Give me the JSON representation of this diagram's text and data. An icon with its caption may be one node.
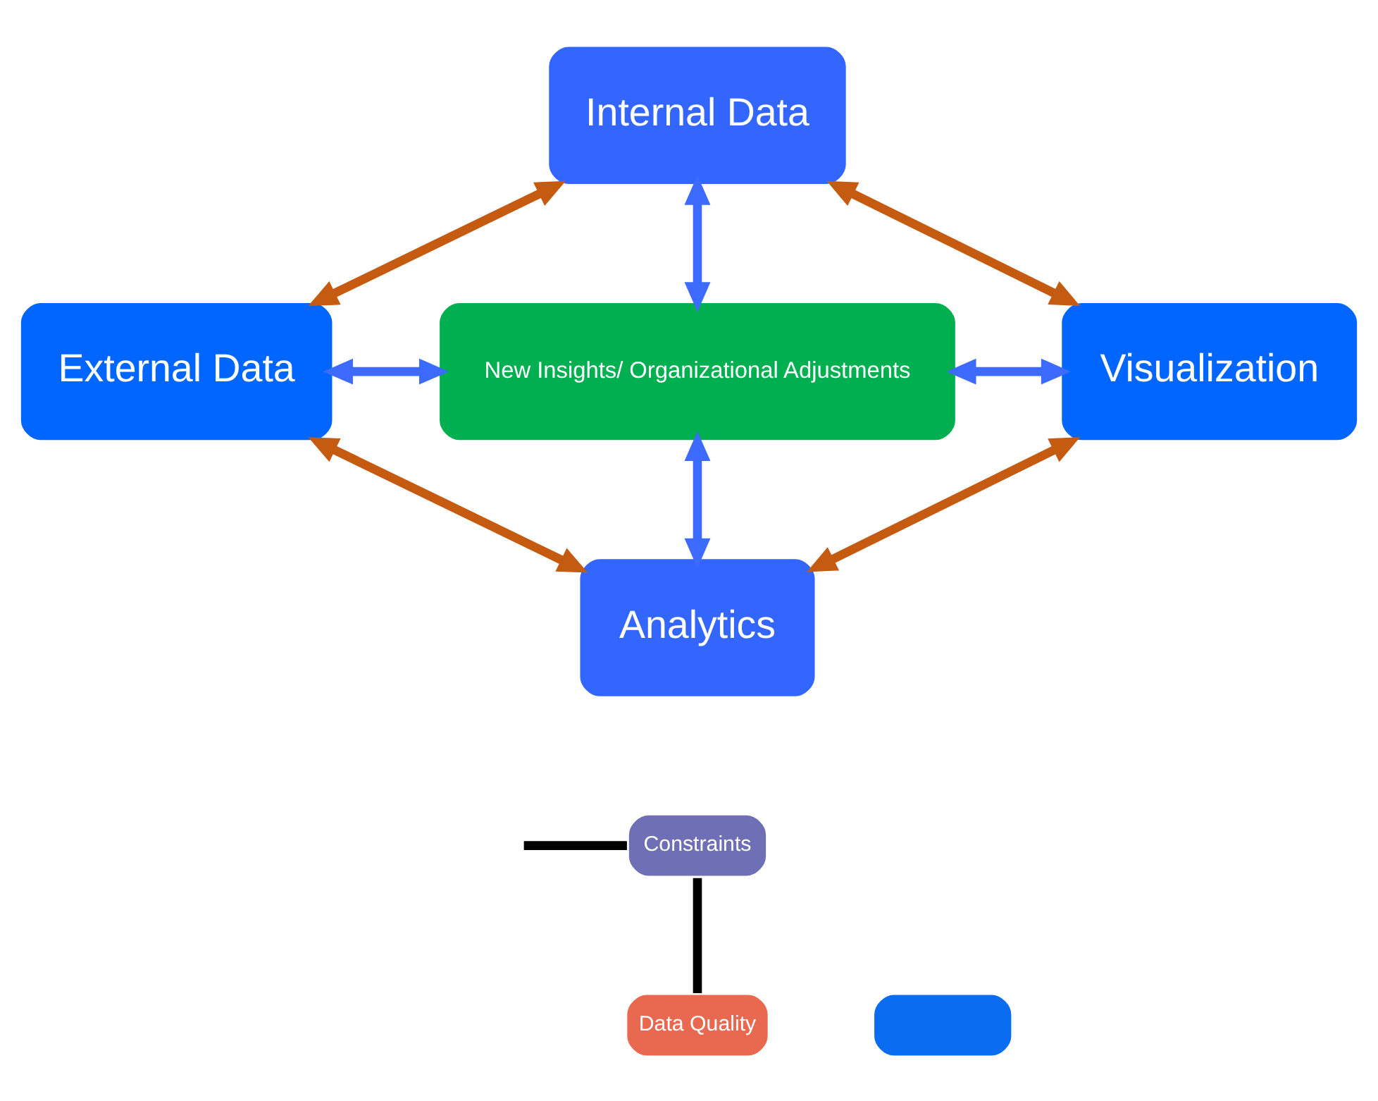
{
  "diagram": {
    "nodes": [
      {
        "text": [
          "Internal Data"
        ]
      },
      {
        "text": [
          "External Data"
        ]
      },
      {
        "text": [
          "New Insights/ Organizational Adjustments"
        ]
      },
      {
        "text": [
          "Visualization"
        ]
      },
      {
        "text": [
          "Analytics"
        ]
      },
      {
        "text": [
          "Constraints"
        ]
      },
      {
        "text": [
          "Data Quality"
        ]
      },
      {
        "text": [],
        "shape": "box"
      }
    ],
    "edges": [
      {
        "from": 0,
        "to": 1,
        "arrow": "both",
        "color": "#c55a11"
      },
      {
        "from": 0,
        "to": 2,
        "arrow": "both",
        "color": "#3d6bff"
      },
      {
        "from": 0,
        "to": 3,
        "arrow": "both",
        "color": "#c55a11"
      },
      {
        "from": 1,
        "to": 2,
        "arrow": "both",
        "color": "#3d6bff"
      },
      {
        "from": 2,
        "to": 3,
        "arrow": "both",
        "color": "#3d6bff"
      },
      {
        "from": 1,
        "to": 4,
        "arrow": "both",
        "color": "#c55a11"
      },
      {
        "from": 2,
        "to": 4,
        "arrow": "both",
        "color": "#3d6bff"
      },
      {
        "from": 3,
        "to": 4,
        "arrow": "both",
        "color": "#c55a11"
      },
      {
        "from": null,
        "to": 5,
        "arrow": "none",
        "color": "#000000"
      },
      {
        "from": 5,
        "to": 6,
        "arrow": "none",
        "color": "#000000"
      }
    ]
  }
}
